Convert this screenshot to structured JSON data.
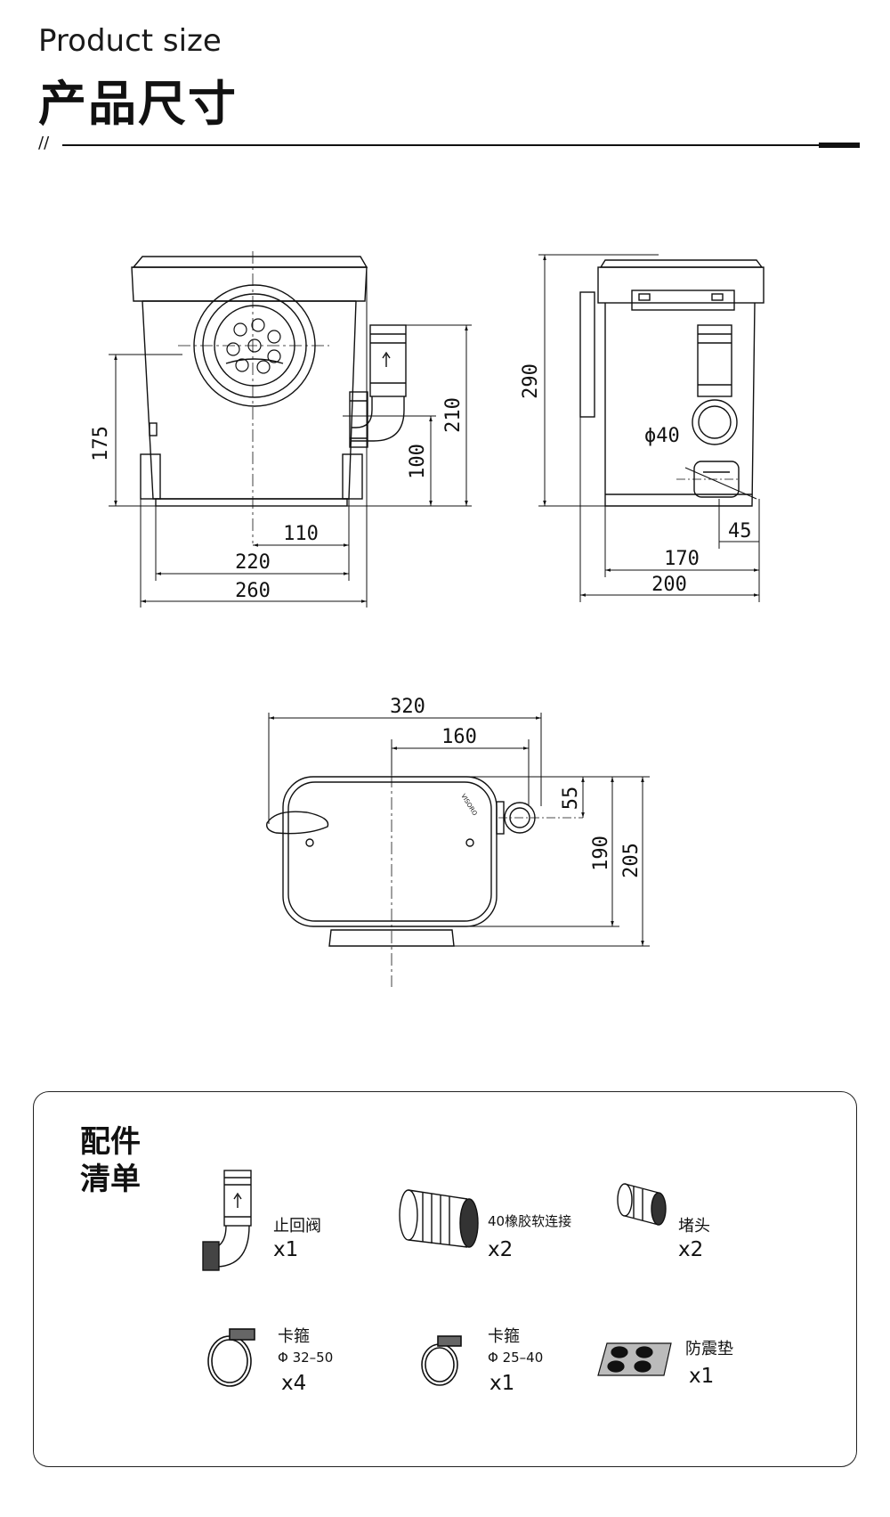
{
  "header": {
    "title_en": "Product size",
    "title_zh": "产品尺寸",
    "slashes": "//"
  },
  "dimensions": {
    "front": {
      "height_inlet": "175",
      "height_outlet": "210",
      "height_side": "100",
      "width_half": "110",
      "width_inner": "220",
      "width_total": "260"
    },
    "side": {
      "height_total": "290",
      "pipe_diameter": "ϕ40",
      "offset": "45",
      "depth_inner": "170",
      "depth_total": "200"
    },
    "top": {
      "length_total": "320",
      "length_half": "160",
      "outlet_offset": "55",
      "depth_inner": "190",
      "depth_total": "205"
    }
  },
  "brand_mark": "VISORO",
  "accessories": {
    "title_line1": "配件",
    "title_line2": "清单",
    "items": [
      {
        "name": "止回阀",
        "spec": "",
        "qty": "x1",
        "icon": "check-valve-icon"
      },
      {
        "name": "40橡胶软连接",
        "spec": "",
        "qty": "x2",
        "icon": "rubber-connector-icon"
      },
      {
        "name": "堵头",
        "spec": "",
        "qty": "x2",
        "icon": "plug-icon"
      },
      {
        "name": "卡箍",
        "spec": "Φ 32–50",
        "qty": "x4",
        "icon": "hose-clamp-icon"
      },
      {
        "name": "卡箍",
        "spec": "Φ 25–40",
        "qty": "x1",
        "icon": "hose-clamp-small-icon"
      },
      {
        "name": "防震垫",
        "spec": "",
        "qty": "x1",
        "icon": "anti-vibration-pad-icon"
      }
    ]
  }
}
